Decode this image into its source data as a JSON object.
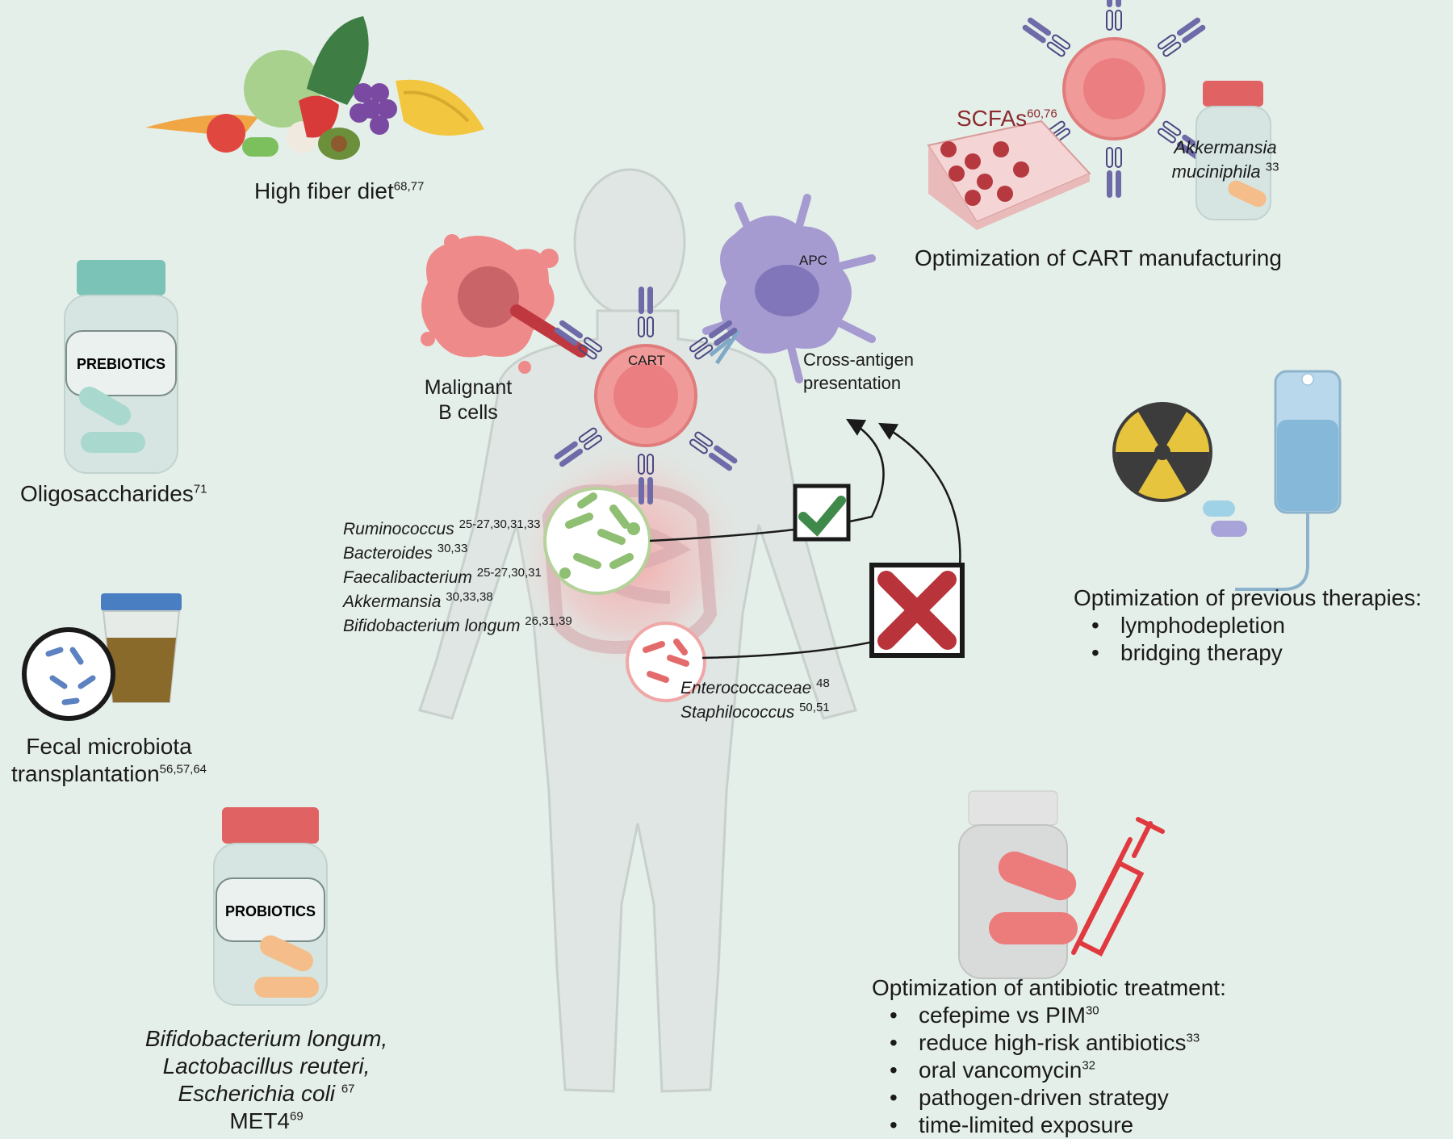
{
  "labels": {
    "high_fiber": "High fiber diet",
    "high_fiber_ref": "68,77",
    "prebiotics_jar": "PREBIOTICS",
    "oligosaccharides": "Oligosaccharides",
    "oligosaccharides_ref": "71",
    "fmt_line1": "Fecal microbiota",
    "fmt_line2": "transplantation",
    "fmt_ref": "56,57,64",
    "probiotics_jar": "PROBIOTICS",
    "probiotic_strains": [
      "Bifidobacterium longum,",
      "Lactobacillus reuteri,",
      "Escherichia coli"
    ],
    "probiotic_ecoli_ref": "67",
    "met4": "MET4",
    "met4_ref": "69",
    "scfas": "SCFAs",
    "scfas_ref": "60,76",
    "akkermansia_line1": "Akkermansia",
    "akkermansia_line2": "muciniphila",
    "akkermansia_ref": "33",
    "cart_manufacturing": "Optimization of CART manufacturing",
    "apc": "APC",
    "cart": "CART",
    "malignant_line1": "Malignant",
    "malignant_line2": "B cells",
    "cross_antigen_line1": "Cross-antigen",
    "cross_antigen_line2": "presentation",
    "beneficial_bacteria": [
      {
        "name": "Ruminococcus",
        "ref": "25-27,30,31,33"
      },
      {
        "name": "Bacteroides",
        "ref": "30,33"
      },
      {
        "name": "Faecalibacterium",
        "ref": "25-27,30,31"
      },
      {
        "name": "Akkermansia",
        "ref": "30,33,38"
      },
      {
        "name": "Bifidobacterium longum",
        "ref": "26,31,39"
      }
    ],
    "harmful_bacteria": [
      {
        "name": "Enterococcaceae",
        "ref": "48"
      },
      {
        "name": "Staphilococcus",
        "ref": "50,51"
      }
    ],
    "previous_therapies_title": "Optimization of previous therapies:",
    "previous_therapies": [
      "lymphodepletion",
      "bridging therapy"
    ],
    "antibiotic_title": "Optimization of antibiotic treatment:",
    "antibiotic_items": [
      {
        "text": "cefepime vs PIM",
        "ref": "30"
      },
      {
        "text": "reduce high-risk antibiotics",
        "ref": "33"
      },
      {
        "text": "oral vancomycin",
        "ref": "32"
      },
      {
        "text": "pathogen-driven strategy",
        "ref": ""
      },
      {
        "text": "time-limited exposure",
        "ref": ""
      }
    ]
  },
  "colors": {
    "background": "#e5efe9",
    "cart_cell": "#f19a9a",
    "apc_cell": "#a69bd1",
    "malignant_cell": "#ee8a8a",
    "receptor": "#6f6aa8",
    "check_green": "#3f8a4a",
    "cross_red": "#b8333a",
    "jar_teal": "#7bc3b6",
    "jar_red": "#e06262"
  },
  "icons": [
    "vegetables-icon",
    "prebiotics-jar-icon",
    "fecal-sample-icon",
    "probiotics-jar-icon",
    "cell-culture-plate-icon",
    "akkermansia-jar-icon",
    "radiation-icon",
    "iv-bag-icon",
    "antibiotic-jar-icon",
    "syringe-icon",
    "check-icon",
    "cross-icon",
    "human-body-icon"
  ]
}
